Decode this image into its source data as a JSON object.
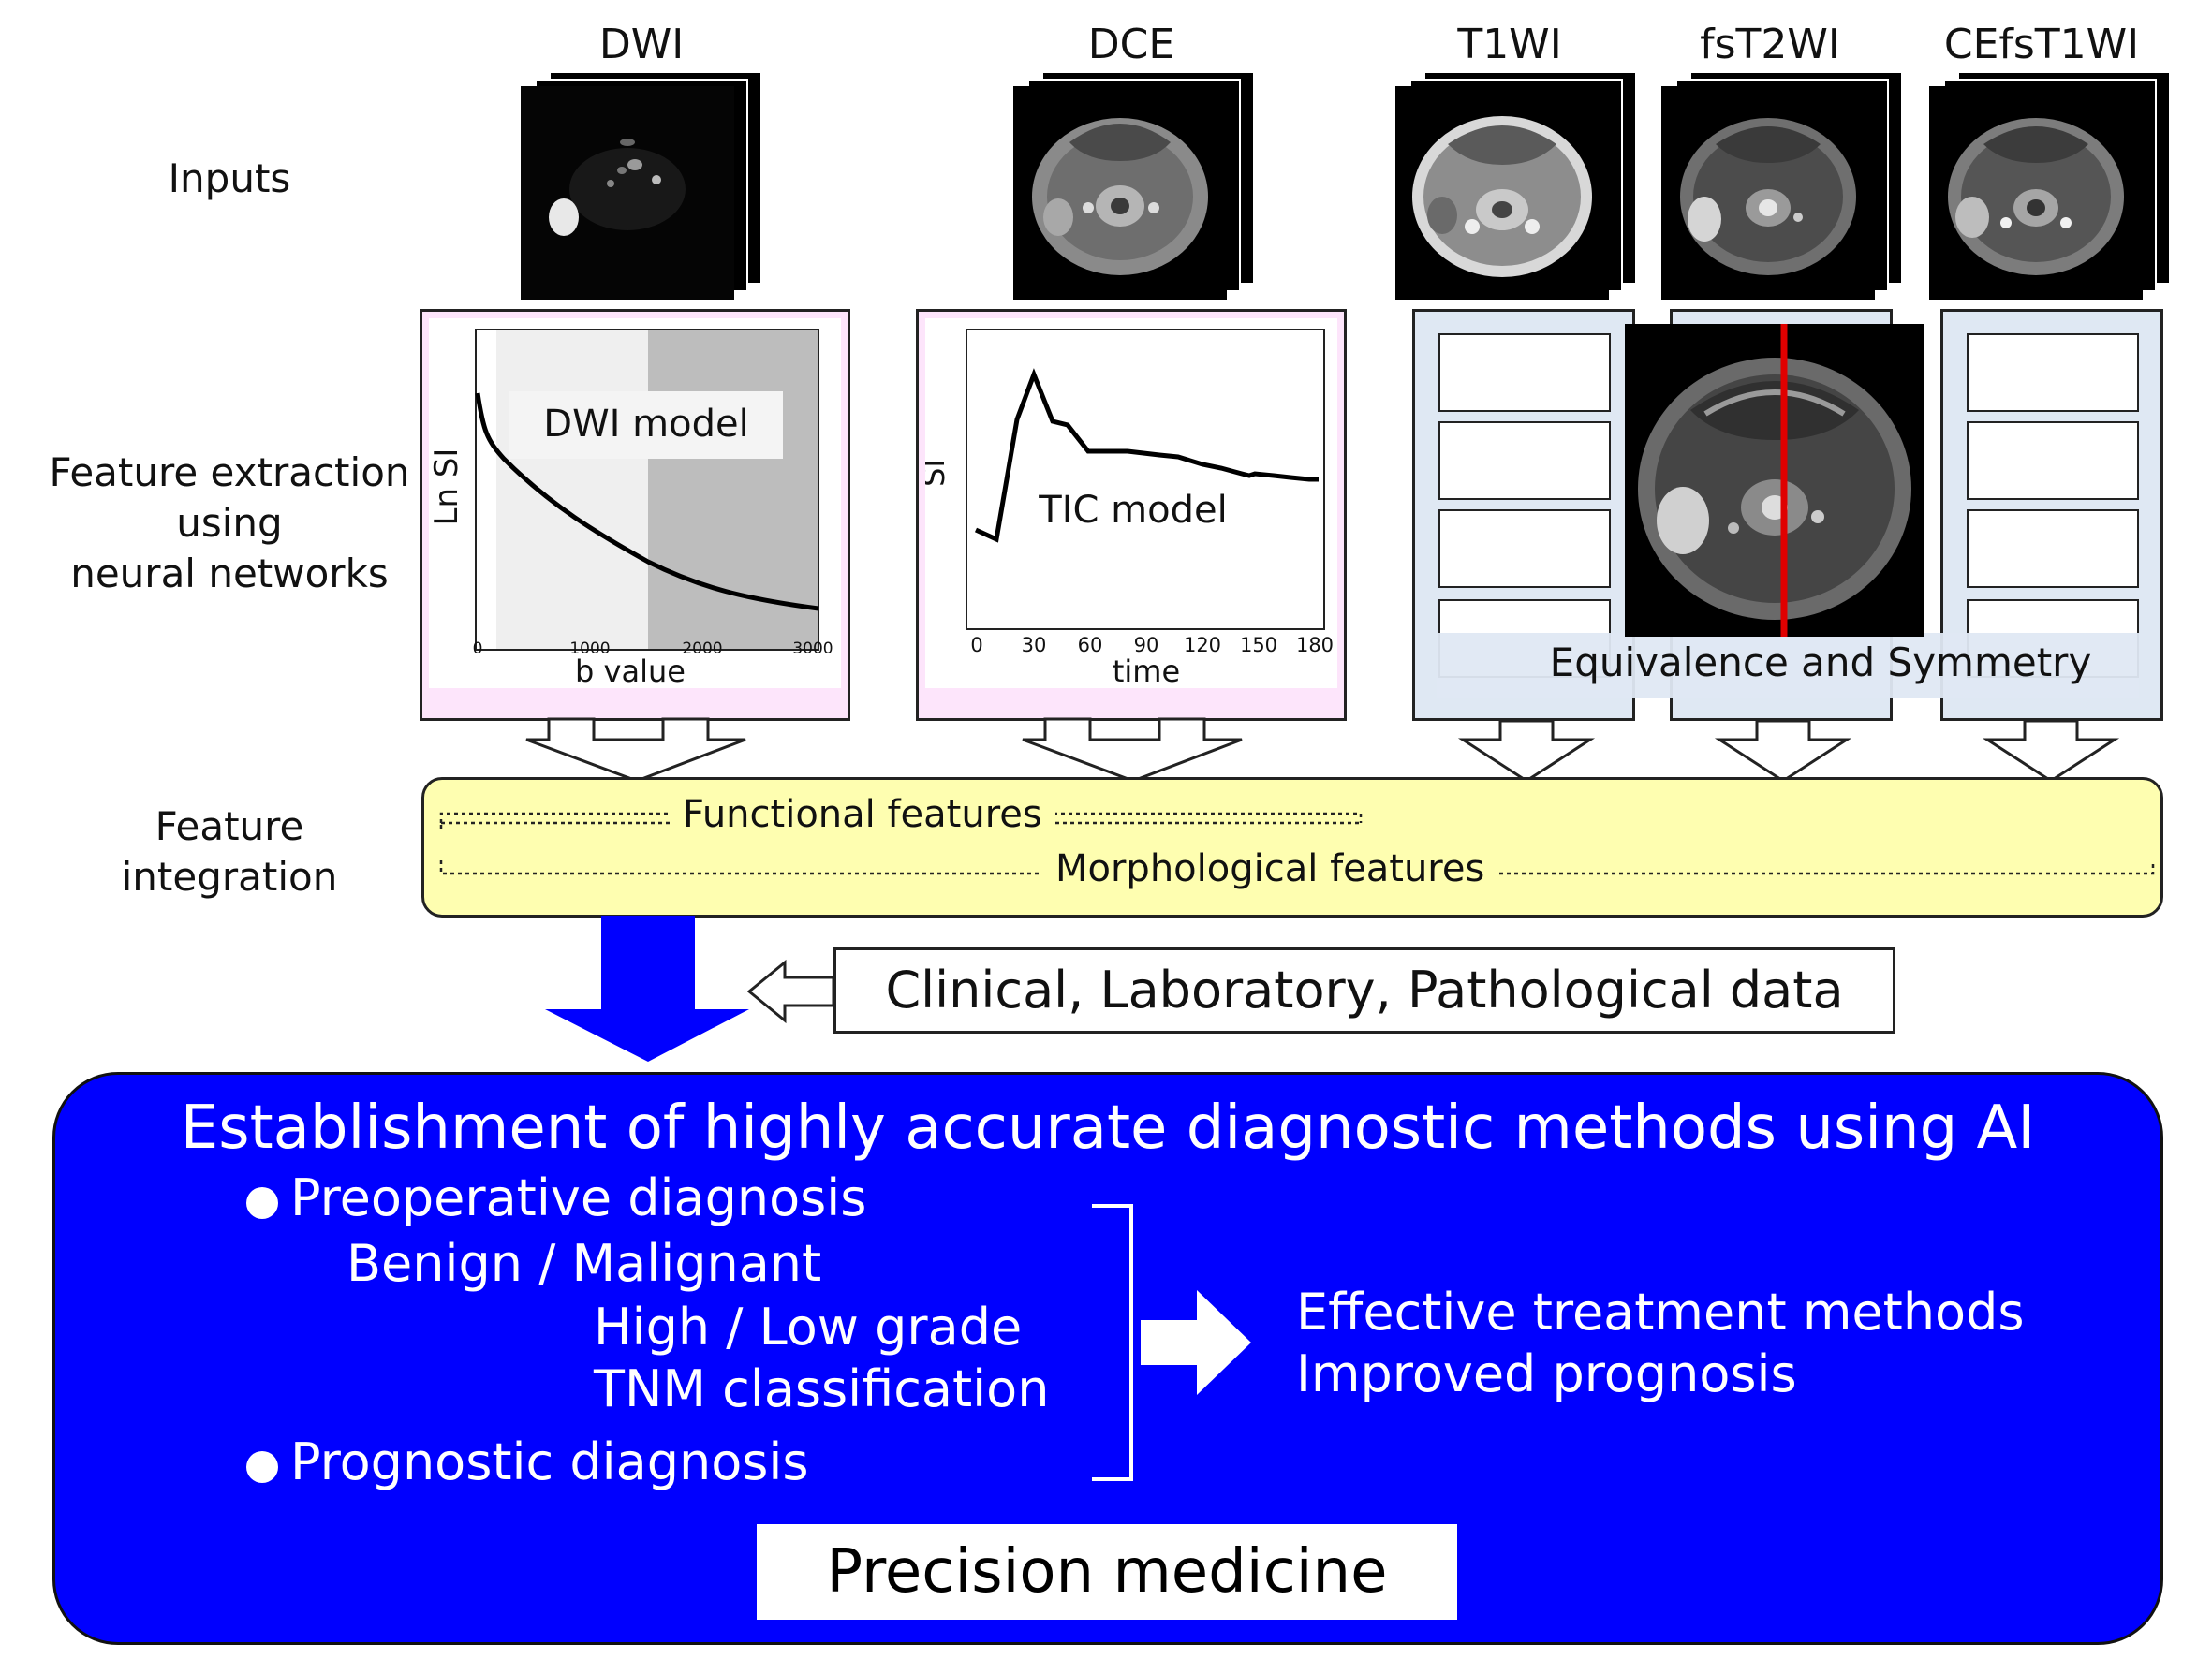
{
  "inputs": {
    "label": "Inputs",
    "modalities": [
      "DWI",
      "DCE",
      "T1WI",
      "fsT2WI",
      "CEfsT1WI"
    ]
  },
  "feature_extraction": {
    "label_lines": [
      "Feature extraction",
      "using",
      "neural networks"
    ],
    "dwi_panel": {
      "model_label": "DWI model",
      "ylabel": "Ln SI",
      "xlabel": "b value",
      "xticks": [
        "0",
        "1000",
        "2000",
        "3000"
      ]
    },
    "dce_panel": {
      "model_label": "TIC model",
      "ylabel": "SI",
      "xlabel": "time",
      "xticks": [
        "0",
        "30",
        "60",
        "90",
        "120",
        "150",
        "180"
      ]
    },
    "morph_panel": {
      "overlay_label": "Equivalence and Symmetry"
    }
  },
  "feature_integration": {
    "label_lines": [
      "Feature",
      "integration"
    ],
    "functional": "Functional features",
    "morphological": "Morphological features"
  },
  "clinical_data": "Clinical, Laboratory, Pathological data",
  "ai_box": {
    "title": "Establishment of highly accurate diagnostic methods using AI",
    "preop": "Preoperative diagnosis",
    "benign": "Benign / Malignant",
    "grade": "High / Low grade",
    "tnm": "TNM classification",
    "prognostic": "Prognostic diagnosis",
    "outcome1": "Effective treatment methods",
    "outcome2": "Improved prognosis",
    "precision": "Precision medicine"
  },
  "colors": {
    "pink_panel": "#fde5fb",
    "blue_panel": "#dfe8f3",
    "integration": "#fefeb0",
    "ai_box": "#0000ff",
    "symmetry_line": "#e00000"
  }
}
